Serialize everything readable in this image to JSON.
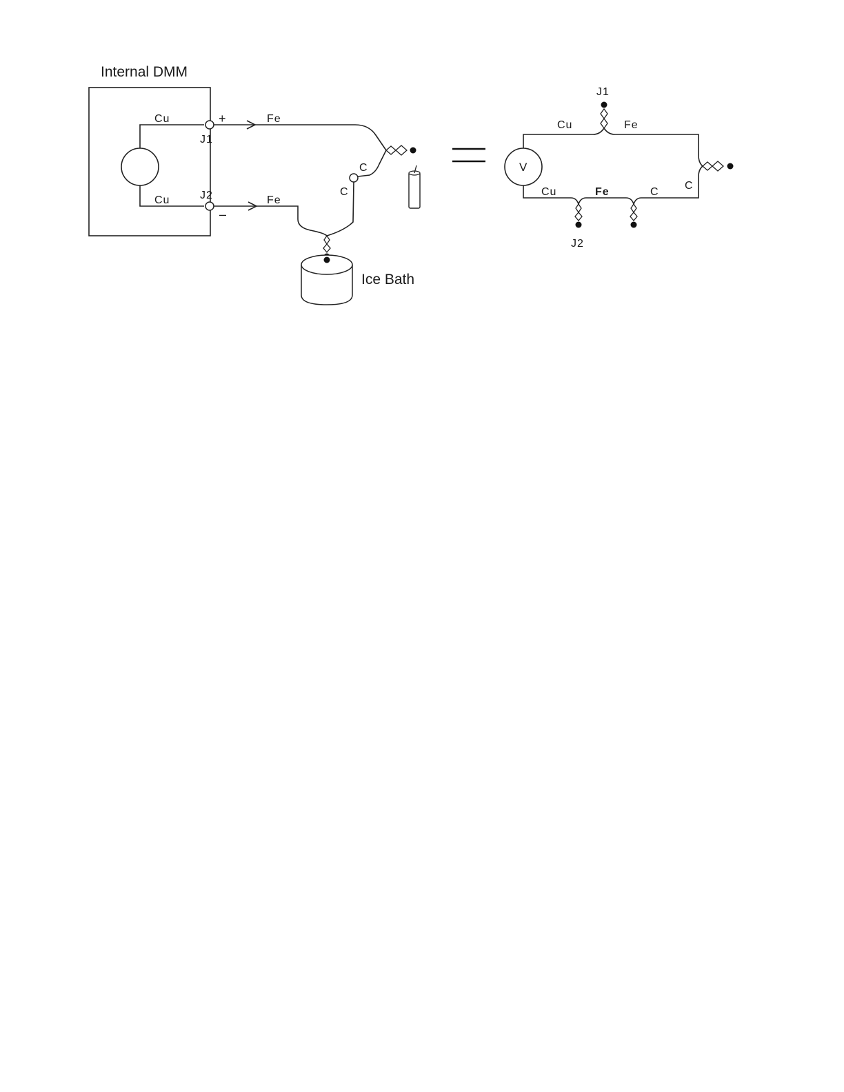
{
  "left_circuit": {
    "dmm_title": "Internal DMM",
    "upper_wire_dmm": "Cu",
    "lower_wire_dmm": "Cu",
    "junction_1": "J1",
    "junction_2": "J2",
    "plus_sign": "+",
    "minus_sign": "–",
    "upper_wire_lead": "Fe",
    "lower_wire_lead": "Fe",
    "connector_label_upper": "C",
    "connector_label_lower": "C",
    "ice_bath_label": "Ice Bath"
  },
  "equals_sign": "equals-icon",
  "right_circuit": {
    "meter_symbol": "V",
    "junction_1": "J1",
    "junction_2": "J2",
    "top_left_wire": "Cu",
    "top_right_wire": "Fe",
    "right_wire": "C",
    "bottom_wire_1": "Cu",
    "bottom_wire_2": "Fe",
    "bottom_wire_3": "C"
  }
}
